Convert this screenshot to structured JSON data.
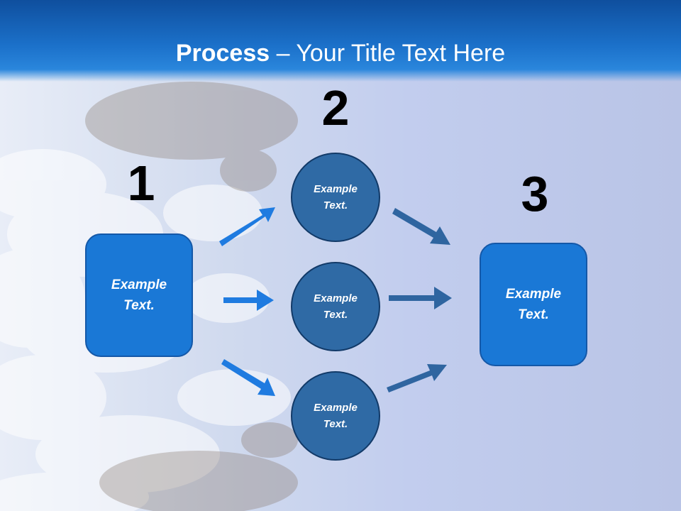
{
  "title": {
    "bold": "Process",
    "rest": " – Your Title Text Here"
  },
  "steps": [
    {
      "number": "1",
      "text": "Example Text."
    },
    {
      "number": "2"
    },
    {
      "number": "3",
      "text": "Example Text."
    }
  ],
  "circles": [
    {
      "text": "Example Text."
    },
    {
      "text": "Example Text."
    },
    {
      "text": "Example Text."
    }
  ],
  "colors": {
    "header": "#1b70c9",
    "box": "#1a78d6",
    "circle": "#2f6aa5",
    "arrow_left": "#1f7be0",
    "arrow_right": "#2f65a0"
  }
}
